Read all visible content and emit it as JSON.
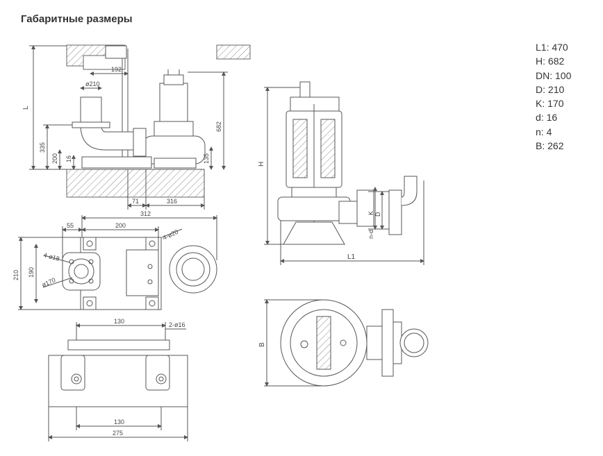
{
  "title": "Габаритные размеры",
  "specs": [
    {
      "label": "L1",
      "value": "470"
    },
    {
      "label": "H",
      "value": "682"
    },
    {
      "label": "DN",
      "value": "100"
    },
    {
      "label": "D",
      "value": "210"
    },
    {
      "label": "K",
      "value": "170"
    },
    {
      "label": "d",
      "value": "16"
    },
    {
      "label": "n",
      "value": "4"
    },
    {
      "label": "B",
      "value": "262"
    }
  ],
  "side_view": {
    "dim_L": "L",
    "dim_192": "192",
    "dim_phi210": "ø210",
    "dim_682": "682",
    "dim_335": "335",
    "dim_200": "200",
    "dim_16": "16",
    "dim_135": "135",
    "dim_71": "71",
    "dim_316": "316"
  },
  "plan_view": {
    "dim_312": "312",
    "dim_55": "55",
    "dim_200": "200",
    "dim_4phi20": "4-ø20",
    "dim_210": "210",
    "dim_190": "190",
    "dim_4phi18": "4-ø18",
    "dim_phi170": "ø170"
  },
  "base_view": {
    "dim_130_top": "130",
    "dim_2phi16": "2-ø16",
    "dim_130_bottom": "130",
    "dim_275": "275"
  },
  "pump_section": {
    "dim_H": "H",
    "dim_L1": "L1",
    "dim_K": "K",
    "dim_D": "D",
    "dim_nd": "n-d"
  },
  "top_view": {
    "dim_B": "B"
  }
}
